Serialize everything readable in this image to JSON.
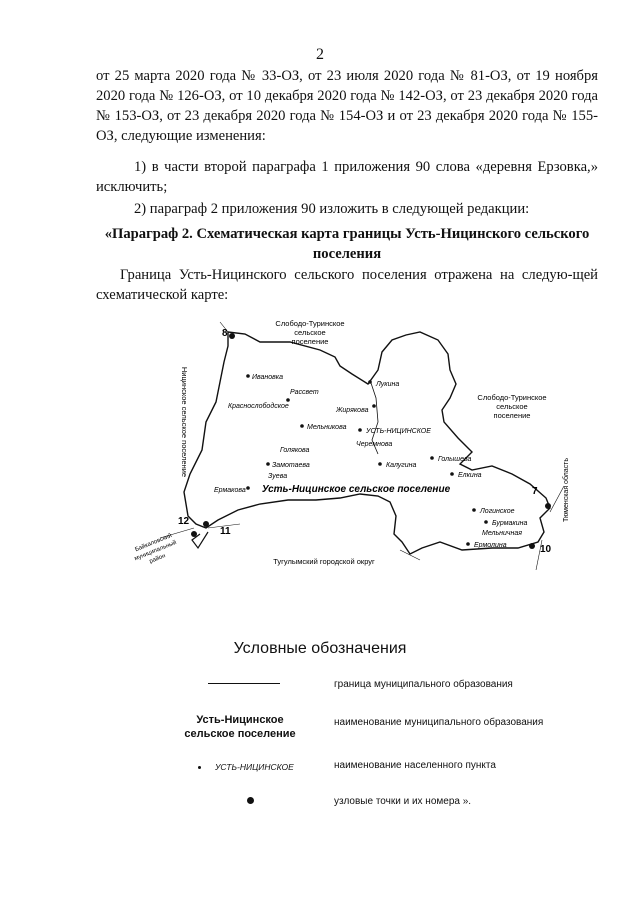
{
  "page_number": "2",
  "paragraphs": {
    "p1": "от 25 марта 2020 года № 33-ОЗ, от 23 июля 2020 года № 81-ОЗ, от 19 ноября 2020 года № 126-ОЗ, от 10 декабря 2020 года № 142-ОЗ, от 23 декабря 2020 года № 153-ОЗ, от 23 декабря 2020 года № 154-ОЗ и от 23 декабря 2020 года № 155-ОЗ, следующие изменения:",
    "p2": "1) в части второй параграфа 1 приложения 90 слова «деревня Ерзовка,» исключить;",
    "p3": "2) параграф 2 приложения 90 изложить в следующей редакции:",
    "p4": "«Параграф 2. Схематическая карта границы Усть-Ницинского сельского поселения",
    "p5": "Граница Усть-Ницинского сельского поселения отражена на следую-щей схематической карте:"
  },
  "map": {
    "municipality_name": "Усть-Ницинское сельское поселение",
    "neighbors": {
      "north_1": "Слободо-Туринское",
      "north_2": "сельское",
      "north_3": "поселение",
      "east_1": "Слободо-Туринское",
      "east_2": "сельское",
      "east_3": "поселение",
      "west": "Ницинское сельское поселение",
      "southwest_1": "Байкаловский",
      "southwest_2": "муниципальный",
      "southwest_3": "район",
      "south": "Тугулымский городской округ",
      "far_east": "Тюменская область"
    },
    "settlements": [
      {
        "name": "Ивановка"
      },
      {
        "name": "Рассвет"
      },
      {
        "name": "Краснослободское"
      },
      {
        "name": "Мельникова"
      },
      {
        "name": "Лукина"
      },
      {
        "name": "Жирякова"
      },
      {
        "name": "УСТЬ-НИЦИНСКОЕ"
      },
      {
        "name": "Черемнова"
      },
      {
        "name": "Голякова"
      },
      {
        "name": "Замотаева"
      },
      {
        "name": "Зуева"
      },
      {
        "name": "Калугина"
      },
      {
        "name": "Голышева"
      },
      {
        "name": "Елкина"
      },
      {
        "name": "Ермакова"
      },
      {
        "name": "Логинское"
      },
      {
        "name": "Бурмакина"
      },
      {
        "name": "Мельничная"
      },
      {
        "name": "Ермолина"
      }
    ],
    "node_points": [
      "8",
      "7",
      "10",
      "11",
      "12"
    ]
  },
  "legend": {
    "title": "Условные обозначения",
    "boundary_desc": "граница муниципального образования",
    "name_sample": "Усть-Ницинское сельское поселение",
    "name_desc": "наименование муниципального образования",
    "settlement_sample": "УСТЬ-НИЦИНСКОЕ",
    "settlement_desc": "наименование населенного пункта",
    "node_desc": "узловые точки и их номера »."
  }
}
